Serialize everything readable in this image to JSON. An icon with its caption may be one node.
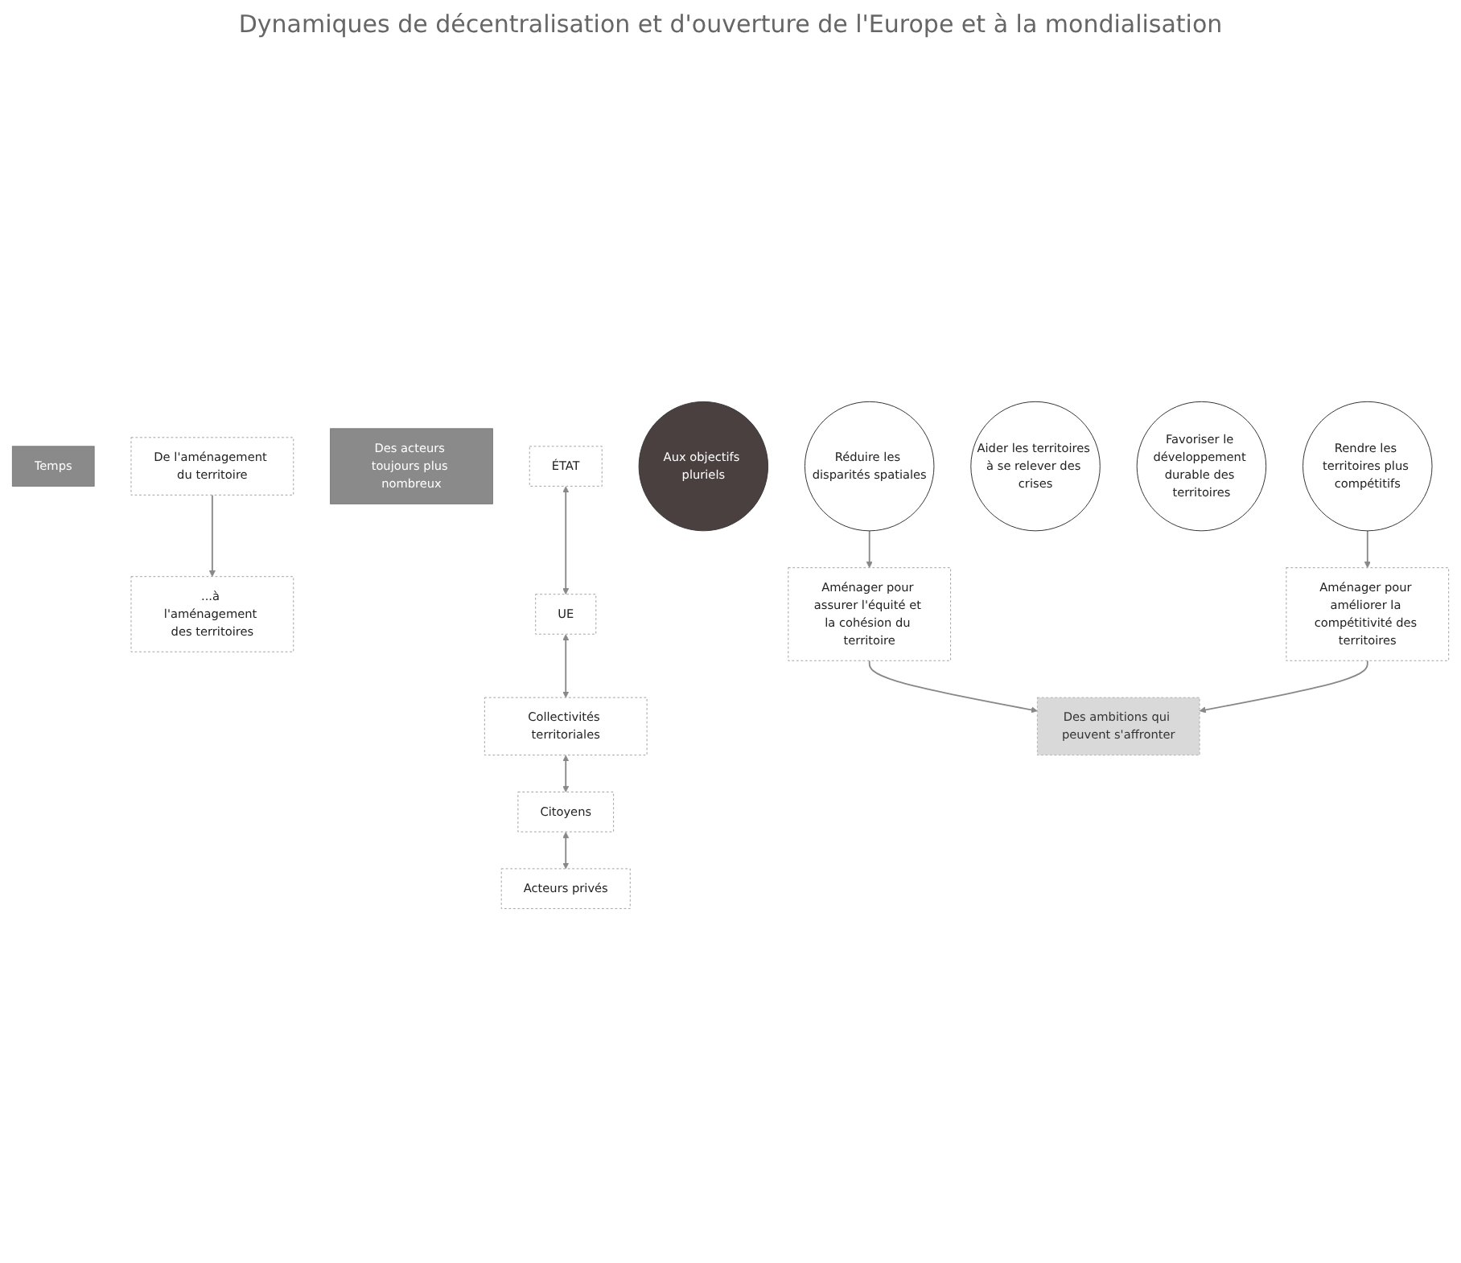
{
  "diagram": {
    "nodes": [
      {
        "text": [
          "Temps"
        ]
      },
      {
        "text": [
          "De l'aménagement du territoire"
        ]
      },
      {
        "text": [
          "...à l'aménagement des territoires"
        ]
      },
      {
        "text": [
          "Des acteurs toujours plus nombreux"
        ]
      },
      {
        "text": [
          "ÉTAT"
        ]
      },
      {
        "text": [
          "UE"
        ]
      },
      {
        "text": [
          "Collectivités territoriales"
        ]
      },
      {
        "text": [
          "Citoyens"
        ]
      },
      {
        "text": [
          "Acteurs privés"
        ]
      },
      {
        "text": [
          "Aux objectifs pluriels"
        ]
      },
      {
        "text": [
          "Réduire les disparités spatiales"
        ]
      },
      {
        "text": [
          "Aider les territoires à se relever des crises"
        ]
      },
      {
        "text": [
          "Favoriser le développement durable des territoires"
        ]
      },
      {
        "text": [
          "Rendre les territoires plus compétitifs"
        ]
      },
      {
        "text": [
          "Aménager pour assurer l'équité et la cohésion du territoire"
        ]
      },
      {
        "text": [
          "Des ambitions qui peuvent s'affronter"
        ]
      },
      {
        "text": [
          "Aménager pour améliorer la compétitivité des territoires"
        ]
      }
    ],
    "edges": [
      {
        "from": 1,
        "to": 2,
        "arrow": "to"
      },
      {
        "from": 4,
        "to": 5,
        "arrow": "both"
      },
      {
        "from": 5,
        "to": 6,
        "arrow": "both"
      },
      {
        "from": 6,
        "to": 7,
        "arrow": "both"
      },
      {
        "from": 7,
        "to": 8,
        "arrow": "both"
      },
      {
        "from": 10,
        "to": 14,
        "arrow": "to"
      },
      {
        "from": 13,
        "to": 16,
        "arrow": "to"
      },
      {
        "from": 14,
        "to": 15,
        "arrow": "to"
      },
      {
        "from": 16,
        "to": 15,
        "arrow": "to"
      }
    ],
    "labels": [
      "Dynamiques de décentralisation et d'ouverture de l'Europe et à la mondialisation"
    ]
  }
}
